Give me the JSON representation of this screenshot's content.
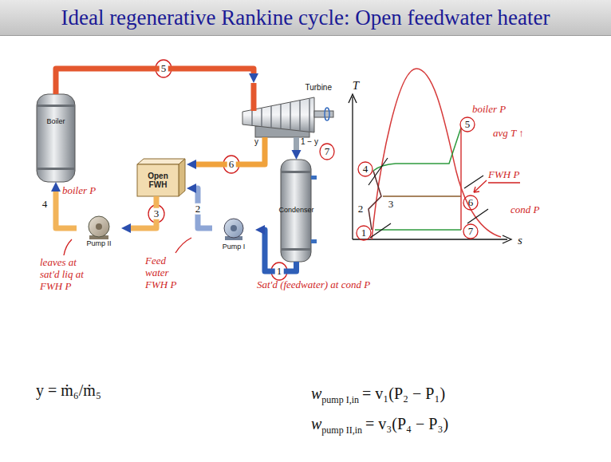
{
  "diagram": {
    "title": "Ideal regenerative Rankine cycle: Open feedwater heater",
    "nodes": [
      {
        "text": [
          "Boiler"
        ]
      },
      {
        "text": [
          "Turbine"
        ]
      },
      {
        "text": [
          "Open FWH"
        ]
      },
      {
        "text": [
          "Condenser"
        ]
      },
      {
        "text": [
          "Pump I"
        ]
      },
      {
        "text": [
          "Pump II"
        ]
      }
    ],
    "edges": [
      {
        "from": 0,
        "to": 1,
        "arrow": "to"
      },
      {
        "from": 1,
        "to": 2,
        "arrow": "to"
      },
      {
        "from": 1,
        "to": 3,
        "arrow": "to"
      },
      {
        "from": 3,
        "to": 4,
        "arrow": "to"
      },
      {
        "from": 4,
        "to": 2,
        "arrow": "to"
      },
      {
        "from": 2,
        "to": 5,
        "arrow": "to"
      },
      {
        "from": 5,
        "to": 0,
        "arrow": "to"
      }
    ],
    "labels": [
      "5",
      "6",
      "7",
      "y",
      "1 − y",
      "4",
      "3",
      "2",
      "1",
      "boiler P",
      "leaves at sat'd liq at FWH P",
      "Feed water FWH P",
      "Sat'd (feedwater) at cond P",
      "T",
      "s",
      "5",
      "6",
      "7",
      "4",
      "3",
      "2",
      "1",
      "boiler P",
      "avg T ↑",
      "FWH P",
      "cond P",
      "y = ṁ₆/ṁ₅",
      "w",
      "pump I,in",
      "= v₁(P₂ − P₁)",
      "w",
      "pump II,in",
      "= v₃(P₄ − P₃)"
    ]
  }
}
